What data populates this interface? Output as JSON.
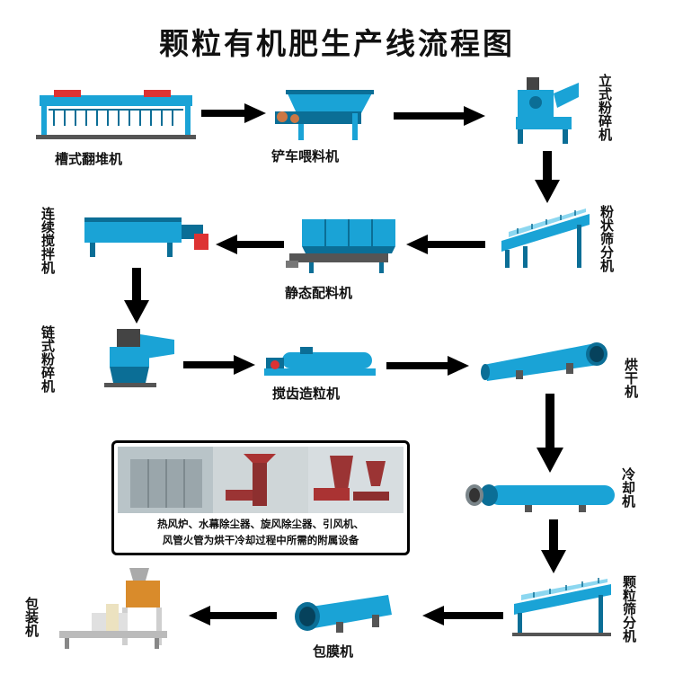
{
  "title": "颗粒有机肥生产线流程图",
  "steps": {
    "turner": "槽式翻堆机",
    "feeder": "铲车喂料机",
    "vertical_crusher": "立式粉碎机",
    "powder_screen": "粉状筛分机",
    "batching": "静态配料机",
    "mixer": "连续搅拌机",
    "chain_crusher": "链式粉碎机",
    "granulator": "搅齿造粒机",
    "dryer": "烘干机",
    "cooler": "冷却机",
    "granule_screen": "颗粒筛分机",
    "coater": "包膜机",
    "packer": "包装机"
  },
  "accessory_note": {
    "line1": "热风炉、水幕除尘器、旋风除尘器、引风机、",
    "line2": "风管火管为烘干冷却过程中所需的附属设备"
  },
  "colors": {
    "machine": "#1aa3d6",
    "machine_dark": "#0b6e96",
    "arrow": "#000000",
    "frame": "#111111"
  }
}
